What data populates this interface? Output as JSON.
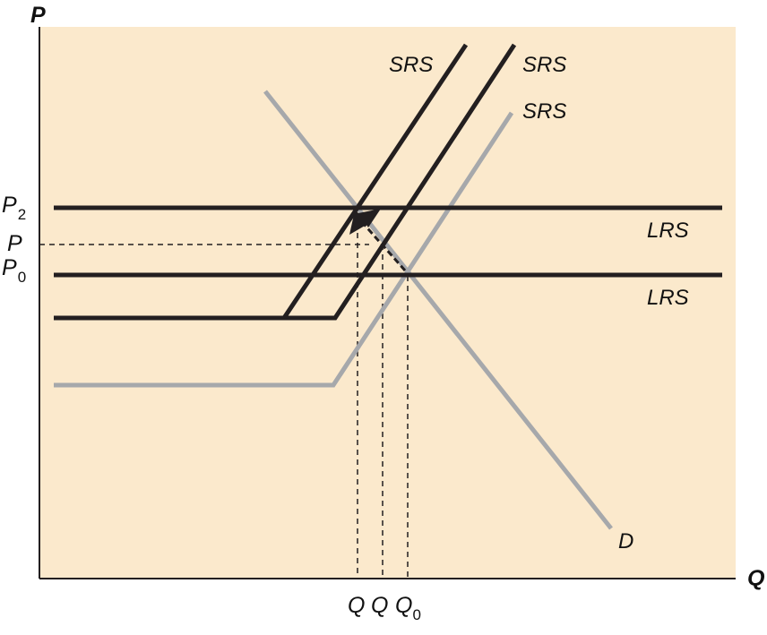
{
  "colors": {
    "background": "#ffffff",
    "plot_area": "#fbe9cc",
    "dark_curve": "#231f20",
    "gray_curve": "#a6a8ab",
    "guide": "#231f20"
  },
  "axes": {
    "x_label": "Q",
    "y_label": "P"
  },
  "price_ticks": [
    {
      "main": "P",
      "sub": "2"
    },
    {
      "main": "P",
      "sub": ""
    },
    {
      "main": "P",
      "sub": "0"
    }
  ],
  "quantity_ticks": [
    {
      "main": "Q",
      "sub": ""
    },
    {
      "main": "Q",
      "sub": ""
    },
    {
      "main": "Q",
      "sub": "0"
    }
  ],
  "curves": {
    "srs_top": "SRS",
    "srs_mid": "SRS",
    "srs_gray": "SRS",
    "lrs_upper": "LRS",
    "lrs_lower": "LRS",
    "demand": "D"
  }
}
